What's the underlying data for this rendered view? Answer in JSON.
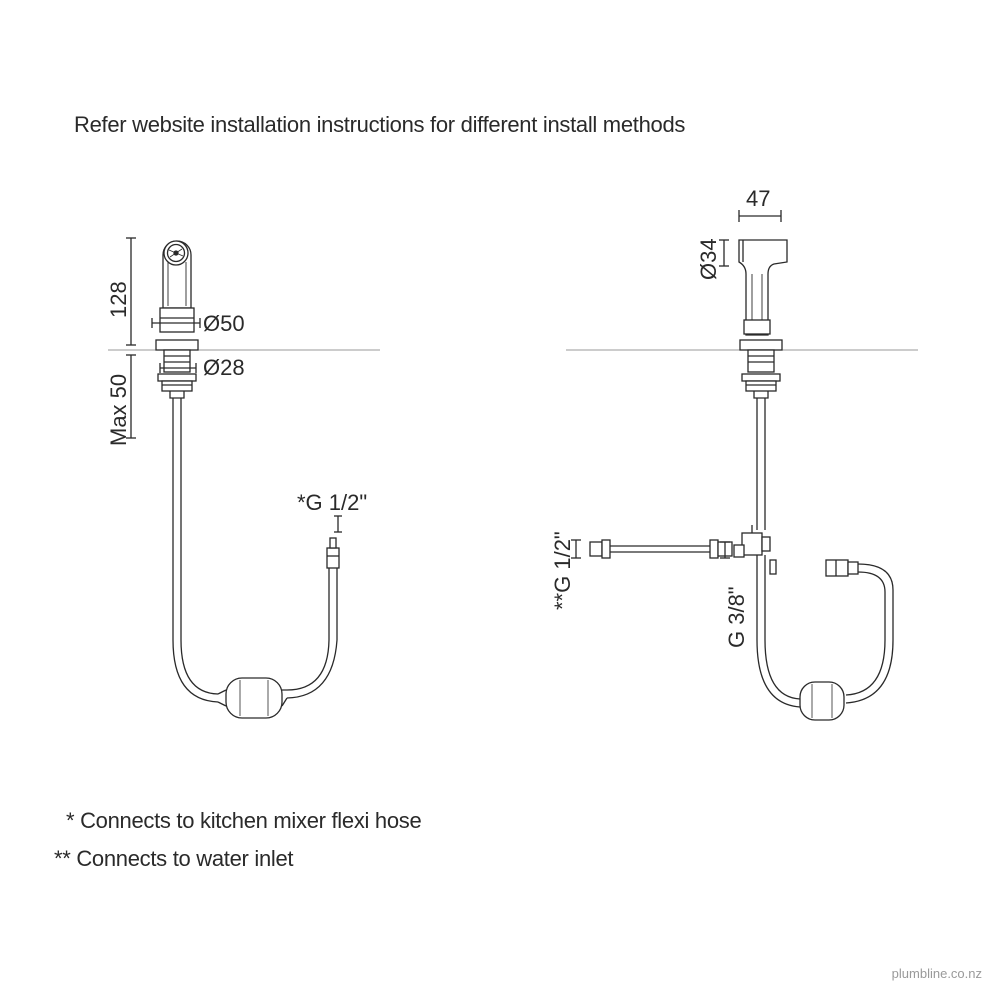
{
  "header_note": "Refer  website installation instructions for different install methods",
  "footnotes": [
    "* Connects to kitchen mixer flexi hose",
    "** Connects to water inlet"
  ],
  "watermark": "plumbline.co.nz",
  "left_view": {
    "dim_height": "128",
    "dim_max_depth": "Max 50",
    "dim_flange_diameter": "Ø50",
    "dim_shank_diameter": "Ø28",
    "connector_label": "*G 1/2\""
  },
  "right_view": {
    "dim_width": "47",
    "dim_head_diameter": "Ø34",
    "inlet_label": "**G 1/2\"",
    "valve_label": "G 3/8\""
  },
  "colors": {
    "line": "#2a2a2a",
    "countertop": "#9a9a9a",
    "background": "#ffffff"
  }
}
